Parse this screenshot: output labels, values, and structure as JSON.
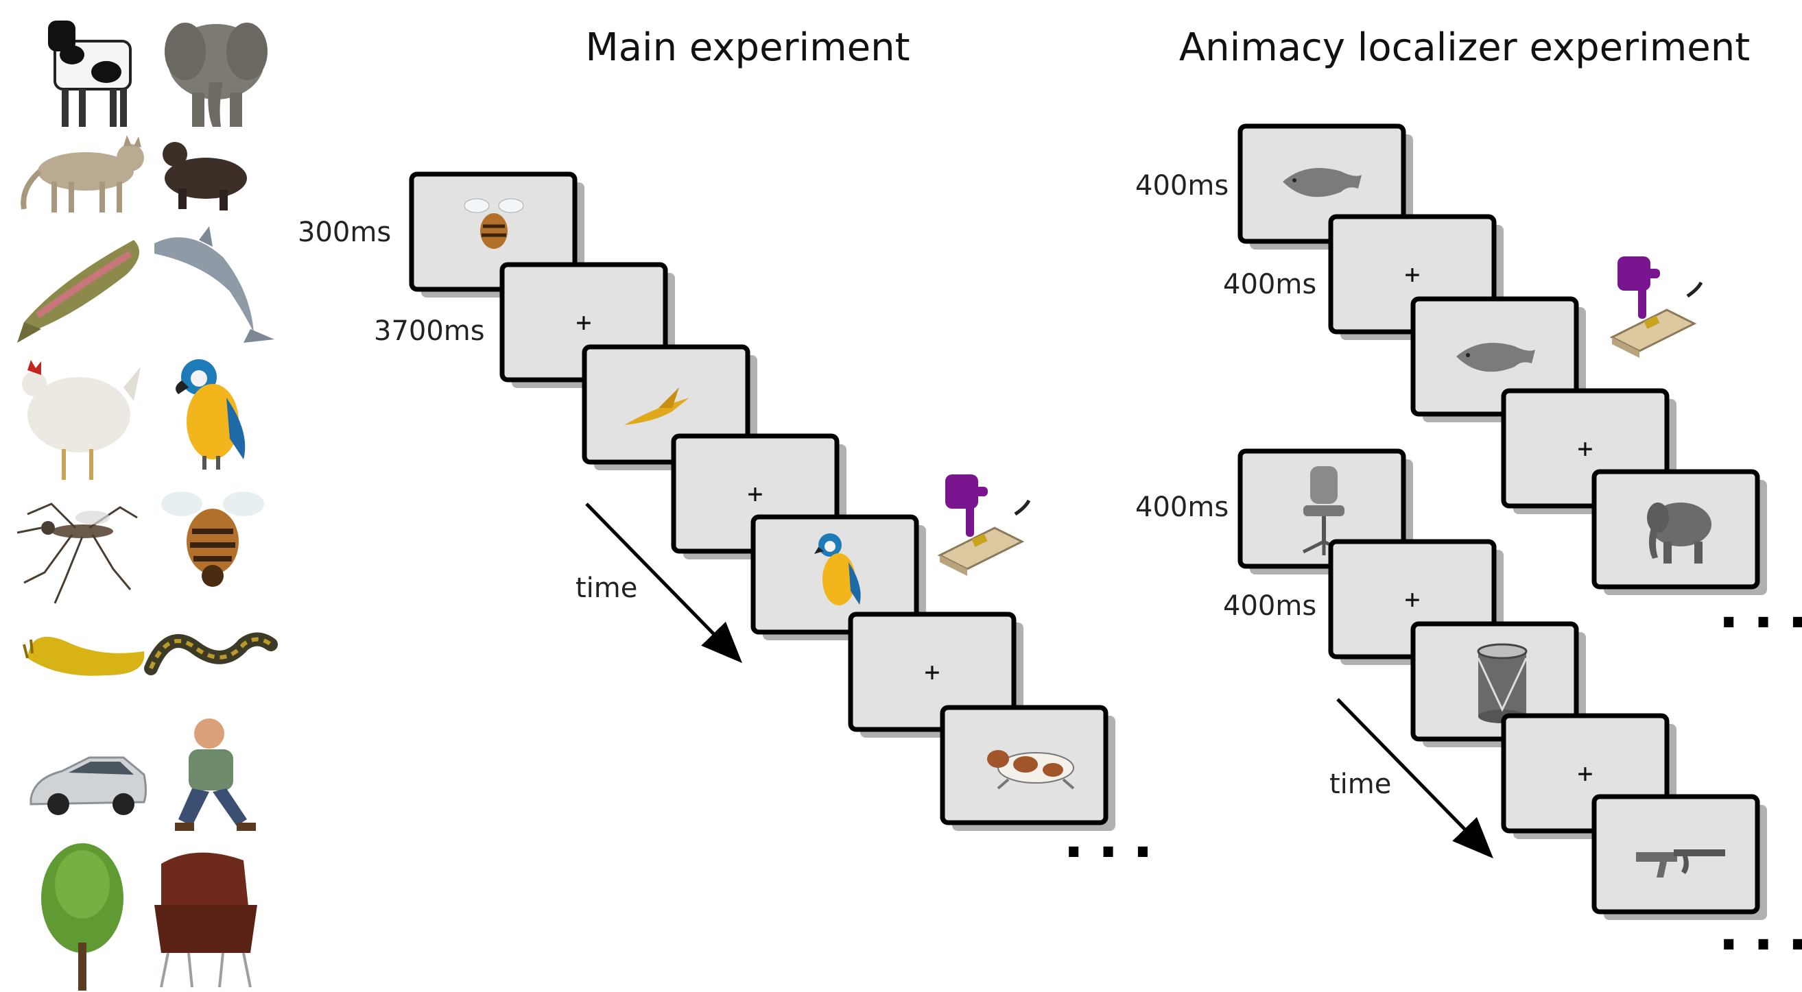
{
  "main": {
    "title": "Main experiment",
    "stim_duration": "300ms",
    "isi_duration": "3700ms",
    "time_label": "time",
    "fixation": "+",
    "ellipsis": "...",
    "frames": [
      "bee",
      "fixation",
      "bird",
      "fixation",
      "parrot",
      "fixation",
      "cow"
    ]
  },
  "localizer": {
    "title": "Animacy localizer experiment",
    "block1": {
      "stim_duration": "400ms",
      "isi_duration": "400ms",
      "frames": [
        "fish",
        "fixation",
        "fish",
        "fixation",
        "elephant"
      ]
    },
    "block2": {
      "stim_duration": "400ms",
      "isi_duration": "400ms",
      "frames": [
        "chair",
        "fixation",
        "drum",
        "fixation",
        "rifle"
      ]
    },
    "time_label": "time",
    "fixation": "+",
    "ellipsis": "..."
  },
  "stimulus_set": [
    "cow",
    "elephant",
    "cat",
    "marten",
    "trout",
    "dolphin",
    "chicken",
    "parrot",
    "mosquito",
    "bee",
    "slug",
    "snake",
    "car",
    "man",
    "tree",
    "armchair"
  ],
  "colors": {
    "screen": "#e2e2e2",
    "hand": "#7a1590",
    "response_box": "#dcc9a0"
  }
}
